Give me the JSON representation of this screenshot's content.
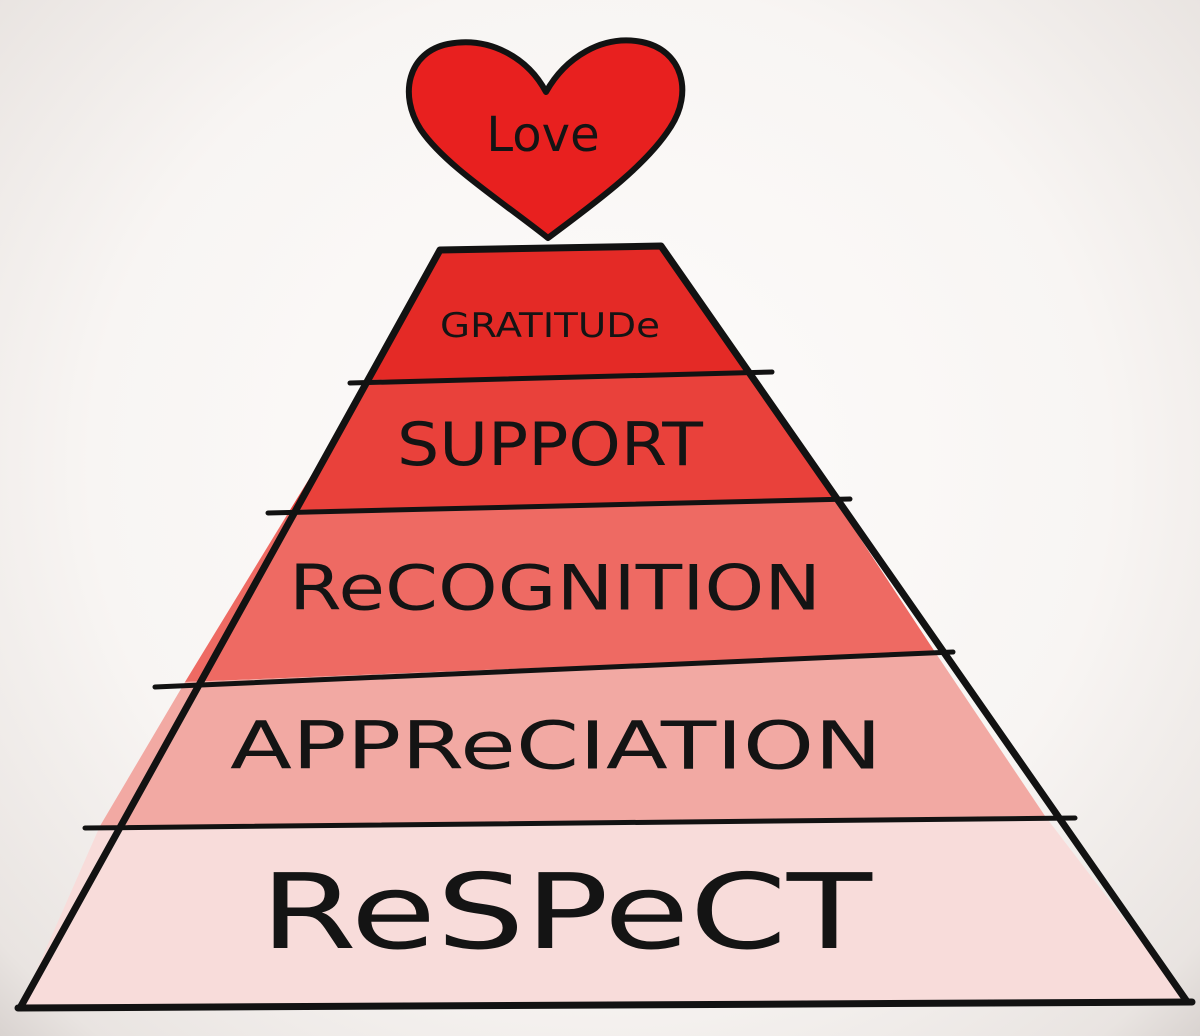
{
  "heart": {
    "label": "Love",
    "color": "#e8201f"
  },
  "pyramid": {
    "levels": [
      {
        "label": "GRATITUDe",
        "color": "#e42a26"
      },
      {
        "label": "SUPPORT",
        "color": "#e9413b"
      },
      {
        "label": "ReCOGNITION",
        "color": "#ee6a63"
      },
      {
        "label": "APPReCIATION",
        "color": "#f2a9a3"
      },
      {
        "label": "ReSPeCT",
        "color": "#f8dcda"
      }
    ],
    "outline_color": "#121212"
  }
}
